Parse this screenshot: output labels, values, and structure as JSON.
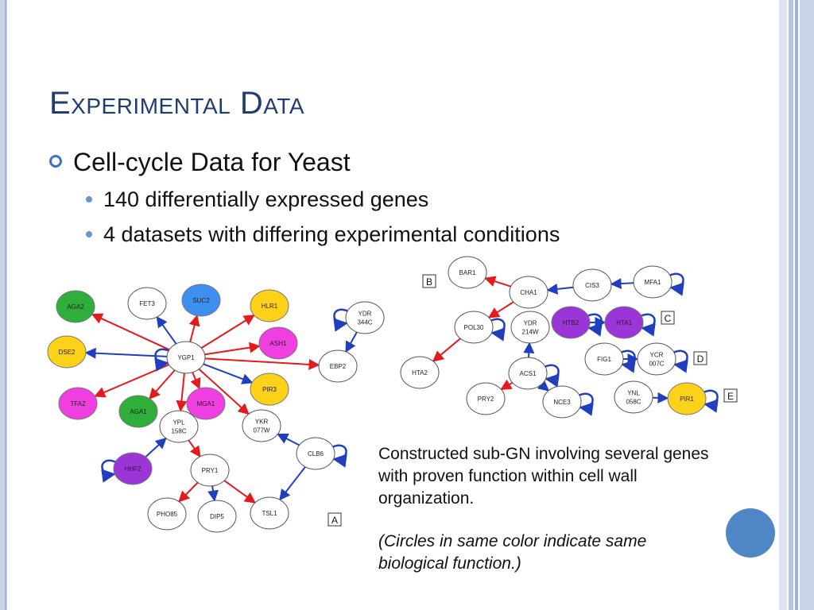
{
  "slide": {
    "title": "Experimental Data",
    "bullet": "Cell-cycle Data for Yeast",
    "sub_bullets": [
      "140 differentially expressed genes",
      "4 datasets with differing experimental conditions"
    ],
    "caption": "Constructed sub-GN involving several genes with proven function within cell wall organization.",
    "caption_note": "(Circles in same color indicate same biological function.)"
  },
  "colors": {
    "title": "#1f3d6e",
    "accent": "#4f86c6",
    "edge_red": "#e41a1c",
    "edge_blue": "#1f3fbf",
    "green": "#2fae3c",
    "yellow": "#ffd21a",
    "magenta": "#ef3fe0",
    "blue": "#3d8ff0",
    "purple": "#9b35d8",
    "white": "#ffffff"
  },
  "panels": [
    {
      "label": "A"
    },
    {
      "label": "B"
    },
    {
      "label": "C"
    },
    {
      "label": "D"
    },
    {
      "label": "E"
    }
  ],
  "nodes": [
    {
      "id": "AGA2",
      "lines": [
        "AGA2"
      ],
      "color": "green"
    },
    {
      "id": "FET3",
      "lines": [
        "FET3"
      ],
      "color": "white"
    },
    {
      "id": "SUC2",
      "lines": [
        "SUC2"
      ],
      "color": "blue"
    },
    {
      "id": "HLR1",
      "lines": [
        "HLR1"
      ],
      "color": "yellow"
    },
    {
      "id": "ASH1",
      "lines": [
        "ASH1"
      ],
      "color": "magenta"
    },
    {
      "id": "DSE2",
      "lines": [
        "DSE2"
      ],
      "color": "yellow"
    },
    {
      "id": "YGP1",
      "lines": [
        "YGP1"
      ],
      "color": "white"
    },
    {
      "id": "YDR344C",
      "lines": [
        "YDR",
        "344C"
      ],
      "color": "white"
    },
    {
      "id": "EBP2",
      "lines": [
        "EBP2"
      ],
      "color": "white"
    },
    {
      "id": "PIR3",
      "lines": [
        "PIR3"
      ],
      "color": "yellow"
    },
    {
      "id": "TFA2",
      "lines": [
        "TFA2"
      ],
      "color": "magenta"
    },
    {
      "id": "AGA1",
      "lines": [
        "AGA1"
      ],
      "color": "green"
    },
    {
      "id": "MGA1",
      "lines": [
        "MGA1"
      ],
      "color": "magenta"
    },
    {
      "id": "YPL158C",
      "lines": [
        "YPL",
        "158C"
      ],
      "color": "white"
    },
    {
      "id": "YKR077W",
      "lines": [
        "YKR",
        "077W"
      ],
      "color": "white"
    },
    {
      "id": "CLB6",
      "lines": [
        "CLB6"
      ],
      "color": "white"
    },
    {
      "id": "HHF2",
      "lines": [
        "HHF2"
      ],
      "color": "purple"
    },
    {
      "id": "PRY1",
      "lines": [
        "PRY1"
      ],
      "color": "white"
    },
    {
      "id": "PHO85",
      "lines": [
        "PHO85"
      ],
      "color": "white"
    },
    {
      "id": "DIP5",
      "lines": [
        "DIP5"
      ],
      "color": "white"
    },
    {
      "id": "TSL1",
      "lines": [
        "TSL1"
      ],
      "color": "white"
    },
    {
      "id": "BAR1",
      "lines": [
        "BAR1"
      ],
      "color": "white"
    },
    {
      "id": "CHA1",
      "lines": [
        "CHA1"
      ],
      "color": "white"
    },
    {
      "id": "CIS3",
      "lines": [
        "CIS3"
      ],
      "color": "white"
    },
    {
      "id": "MFA1",
      "lines": [
        "MFA1"
      ],
      "color": "white"
    },
    {
      "id": "POL30",
      "lines": [
        "POL30"
      ],
      "color": "white"
    },
    {
      "id": "YDR214W",
      "lines": [
        "YDR",
        "214W"
      ],
      "color": "white"
    },
    {
      "id": "HTB2",
      "lines": [
        "HTB2"
      ],
      "color": "purple"
    },
    {
      "id": "HTA1",
      "lines": [
        "HTA1"
      ],
      "color": "purple"
    },
    {
      "id": "HTA2",
      "lines": [
        "HTA2"
      ],
      "color": "white"
    },
    {
      "id": "ACS1",
      "lines": [
        "ACS1"
      ],
      "color": "white"
    },
    {
      "id": "FIG1",
      "lines": [
        "FIG1"
      ],
      "color": "white"
    },
    {
      "id": "YCR007C",
      "lines": [
        "YCR",
        "007C"
      ],
      "color": "white"
    },
    {
      "id": "PRY2",
      "lines": [
        "PRY2"
      ],
      "color": "white"
    },
    {
      "id": "NCE3",
      "lines": [
        "NCE3"
      ],
      "color": "white"
    },
    {
      "id": "YNL058C",
      "lines": [
        "YNL",
        "058C"
      ],
      "color": "white"
    },
    {
      "id": "PIR1",
      "lines": [
        "PIR1"
      ],
      "color": "yellow"
    }
  ],
  "edges": [
    {
      "from": "YGP1",
      "to": "AGA2",
      "type": "red"
    },
    {
      "from": "YGP1",
      "to": "FET3",
      "type": "blue"
    },
    {
      "from": "YGP1",
      "to": "SUC2",
      "type": "red"
    },
    {
      "from": "YGP1",
      "to": "HLR1",
      "type": "red"
    },
    {
      "from": "YGP1",
      "to": "ASH1",
      "type": "red"
    },
    {
      "from": "YGP1",
      "to": "DSE2",
      "type": "blue"
    },
    {
      "from": "YGP1",
      "to": "EBP2",
      "type": "red"
    },
    {
      "from": "YGP1",
      "to": "PIR3",
      "type": "blue"
    },
    {
      "from": "YGP1",
      "to": "TFA2",
      "type": "red"
    },
    {
      "from": "YGP1",
      "to": "AGA1",
      "type": "red"
    },
    {
      "from": "YGP1",
      "to": "MGA1",
      "type": "red"
    },
    {
      "from": "YGP1",
      "to": "YPL158C",
      "type": "red"
    },
    {
      "from": "YGP1",
      "to": "YKR077W",
      "type": "red"
    },
    {
      "from": "YDR344C",
      "to": "EBP2",
      "type": "blue"
    },
    {
      "from": "HHF2",
      "to": "YPL158C",
      "type": "blue"
    },
    {
      "from": "YPL158C",
      "to": "PRY1",
      "type": "red"
    },
    {
      "from": "PRY1",
      "to": "PHO85",
      "type": "red"
    },
    {
      "from": "PRY1",
      "to": "DIP5",
      "type": "blue"
    },
    {
      "from": "PRY1",
      "to": "TSL1",
      "type": "red"
    },
    {
      "from": "CLB6",
      "to": "YKR077W",
      "type": "blue"
    },
    {
      "from": "CLB6",
      "to": "TSL1",
      "type": "blue"
    },
    {
      "from": "CHA1",
      "to": "BAR1",
      "type": "red"
    },
    {
      "from": "MFA1",
      "to": "CIS3",
      "type": "blue"
    },
    {
      "from": "CIS3",
      "to": "CHA1",
      "type": "blue"
    },
    {
      "from": "CHA1",
      "to": "POL30",
      "type": "red"
    },
    {
      "from": "POL30",
      "to": "HTA2",
      "type": "red"
    },
    {
      "from": "ACS1",
      "to": "YDR214W",
      "type": "blue"
    },
    {
      "from": "ACS1",
      "to": "PRY2",
      "type": "red"
    },
    {
      "from": "ACS1",
      "to": "NCE3",
      "type": "blue"
    },
    {
      "from": "HTB2",
      "to": "HTA1",
      "type": "blue"
    },
    {
      "from": "FIG1",
      "to": "YCR007C",
      "type": "blue"
    },
    {
      "from": "YNL058C",
      "to": "PIR1",
      "type": "blue"
    }
  ],
  "self_loops": [
    "YGP1",
    "YDR344C",
    "CLB6",
    "HHF2",
    "MFA1",
    "POL30",
    "HTB2",
    "HTA1",
    "ACS1",
    "YCR007C",
    "NCE3",
    "FIG1",
    "PIR1"
  ]
}
